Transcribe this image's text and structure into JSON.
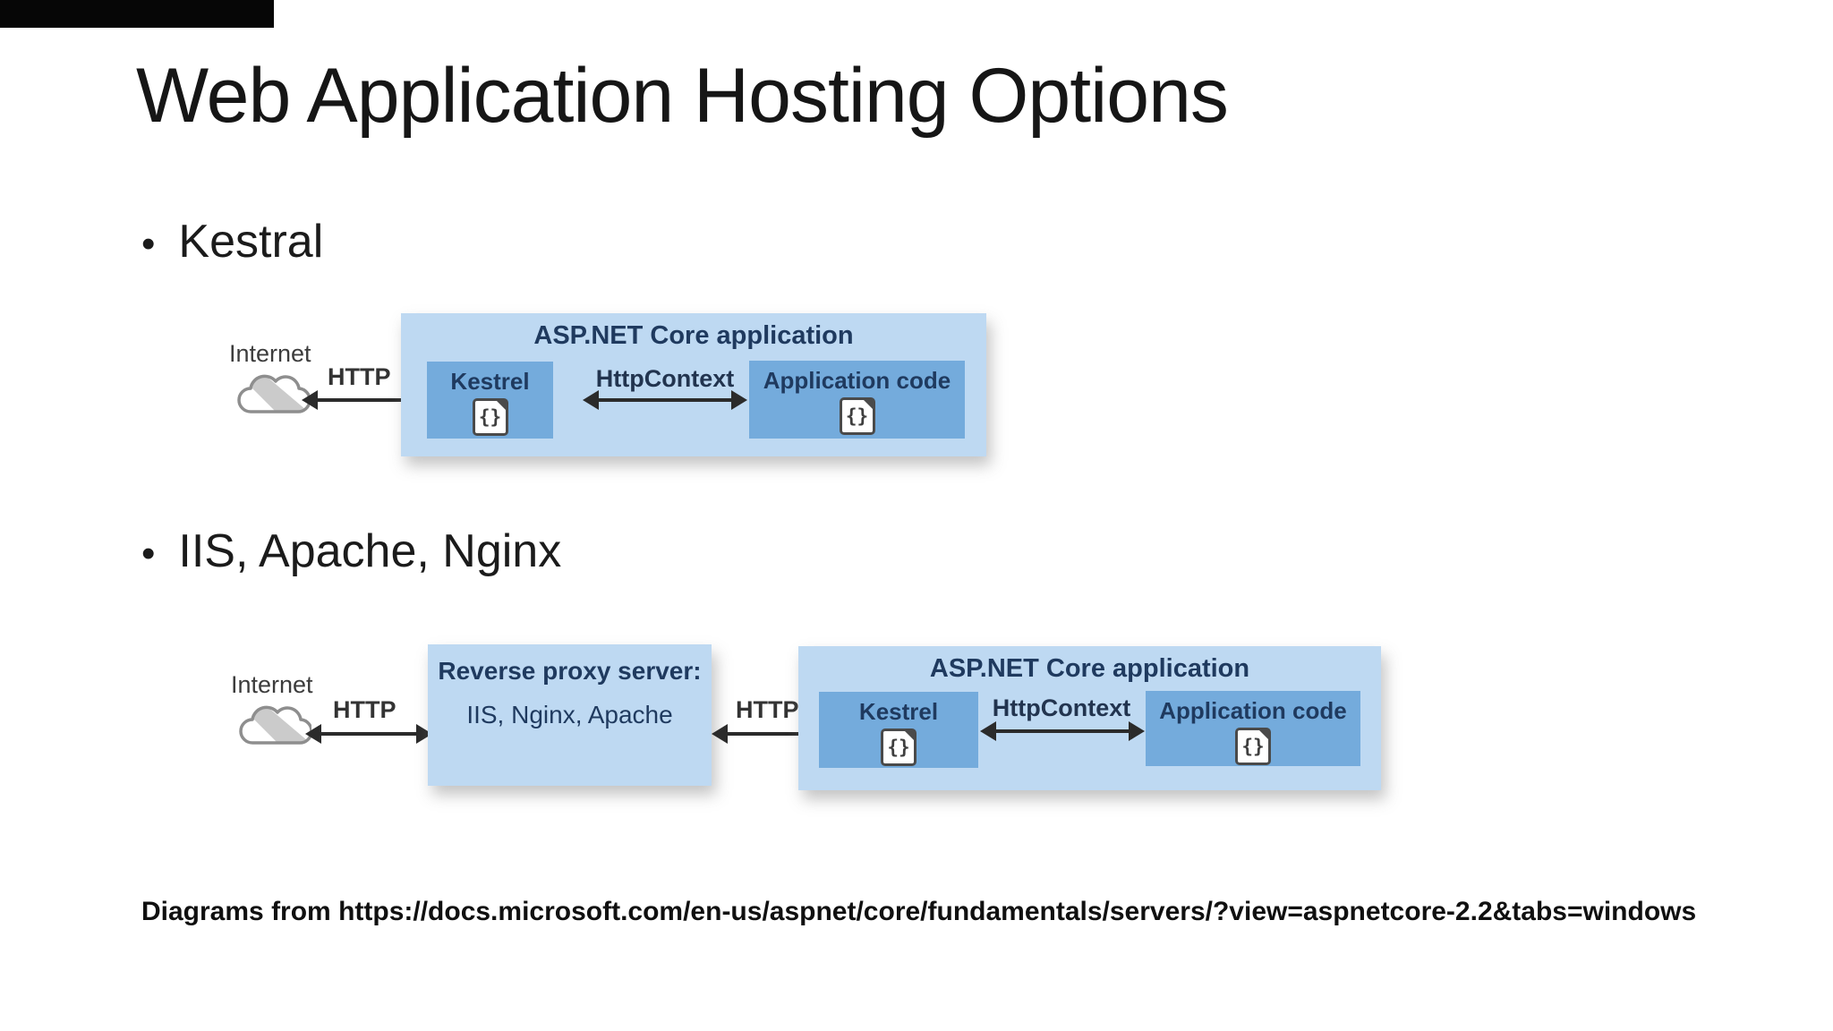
{
  "slide": {
    "title": "Web Application Hosting Options",
    "bullet_char": "•",
    "bullets": [
      "Kestral",
      "IIS, Apache, Nginx"
    ],
    "citation": "Diagrams from https://docs.microsoft.com/en-us/aspnet/core/fundamentals/servers/?view=aspnetcore-2.2&tabs=windows"
  },
  "icons": {
    "code_glyph": "{}"
  },
  "colors": {
    "outer_box_bg": "#bed9f2",
    "inner_box_bg": "#74abdc",
    "box_text": "#1f3a5f",
    "arrow_color": "#2b2b2b"
  },
  "diagram_kestrel": {
    "internet_label": "Internet",
    "http_label": "HTTP",
    "app_box_title": "ASP.NET Core application",
    "kestrel_label": "Kestrel",
    "httpcontext_label": "HttpContext",
    "appcode_label": "Application code"
  },
  "diagram_proxy": {
    "internet_label": "Internet",
    "http_label_1": "HTTP",
    "proxy_box_title": "Reverse proxy server:",
    "proxy_box_servers": "IIS, Nginx, Apache",
    "http_label_2": "HTTP",
    "app_box_title": "ASP.NET Core application",
    "kestrel_label": "Kestrel",
    "httpcontext_label": "HttpContext",
    "appcode_label": "Application code"
  }
}
